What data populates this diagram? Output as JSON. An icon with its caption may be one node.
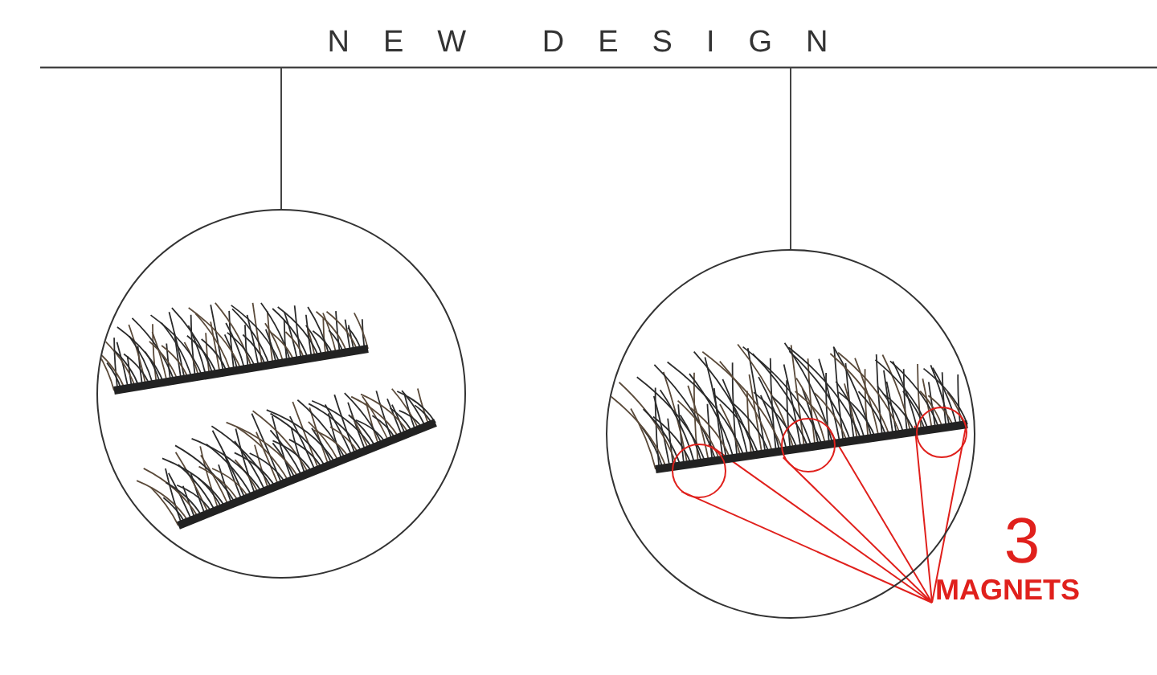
{
  "diagram": {
    "title": "NEW DESIGN",
    "nodes": [
      {
        "text": [],
        "shape": "picture"
      },
      {
        "text": [],
        "shape": "picture"
      },
      {
        "text": [],
        "shape": "circle",
        "in": 1
      },
      {
        "text": [],
        "shape": "circle",
        "in": 1
      },
      {
        "text": [],
        "shape": "circle",
        "in": 1
      },
      {
        "text": [
          "3",
          "MAGNETS"
        ]
      }
    ],
    "edges": [
      {
        "from": null,
        "to": 0,
        "arrow": "none",
        "color": "#444444"
      },
      {
        "from": null,
        "to": 1,
        "arrow": "none",
        "color": "#444444"
      },
      {
        "from": 5,
        "to": 2,
        "arrow": "none"
      },
      {
        "from": 5,
        "to": 3,
        "arrow": "none"
      },
      {
        "from": 5,
        "to": 4,
        "arrow": "none"
      }
    ]
  }
}
